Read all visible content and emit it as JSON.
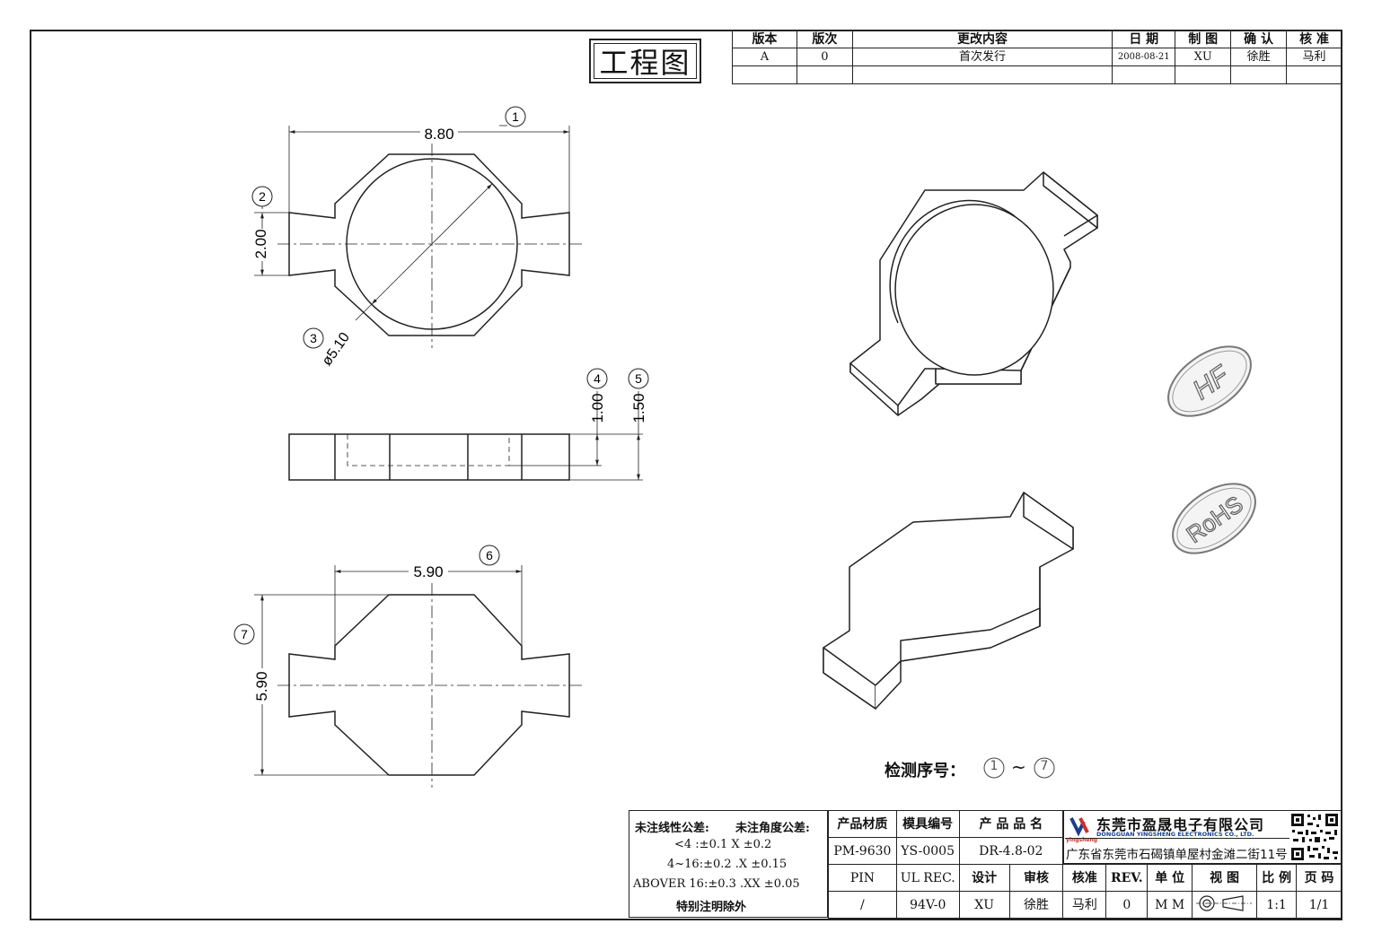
{
  "drawing_title": "工程图",
  "revision_table": {
    "headers": [
      "版本",
      "版次",
      "更改内容",
      "日 期",
      "制 图",
      "确 认",
      "核 准"
    ],
    "rows": [
      [
        "A",
        "0",
        "首次发行",
        "2008-08-21",
        "XU",
        "徐胜",
        "马利"
      ],
      [
        "",
        "",
        "",
        "",
        "",
        "",
        ""
      ]
    ]
  },
  "dimensions": {
    "d1": {
      "value": "8.80",
      "balloon": "1"
    },
    "d2": {
      "value": "2.00",
      "balloon": "2"
    },
    "d3": {
      "value": "ø5.10",
      "balloon": "3"
    },
    "d4": {
      "value": "1.00",
      "balloon": "4"
    },
    "d5": {
      "value": "1.50",
      "balloon": "5"
    },
    "d6": {
      "value": "5.90",
      "balloon": "6"
    },
    "d7": {
      "value": "5.90",
      "balloon": "7"
    }
  },
  "marks": {
    "hf": "HF",
    "rohs": "RoHS"
  },
  "inspection": {
    "label": "检测序号：",
    "start": "1",
    "tilde": "~",
    "end": "7"
  },
  "tolerances": {
    "linear_title": "未注线性公差:",
    "angle_title": "未注角度公差:",
    "line1": "<4 :±0.1  X ±0.2",
    "line2": "4~16:±0.2  .X ±0.15",
    "line3": "ABOVER 16:±0.3  .XX ±0.05",
    "note": "特别注明除外"
  },
  "title_block": {
    "row1": [
      "产品材质",
      "模具编号",
      "产 品 品 名"
    ],
    "row2": [
      "PM-9630",
      "YS-0005",
      "DR-4.8-02"
    ],
    "row3": [
      "PIN",
      "UL REC.",
      "设计",
      "审核",
      "核准",
      "REV.",
      "单 位",
      "视 图",
      "比 例",
      "页 码"
    ],
    "row4": [
      "/",
      "94V-0",
      "XU",
      "徐胜",
      "马利",
      "0",
      "M M",
      "",
      "1:1",
      "1/1"
    ]
  },
  "company": {
    "name_cn": "东莞市盈晟电子有限公司",
    "name_en": "DONGGUAN YINGSHENG ELECTRONICS CO., LTD.",
    "logo_text": "yingsheng",
    "address": "广东省东莞市石碣镇单屋村金滩二街11号"
  }
}
